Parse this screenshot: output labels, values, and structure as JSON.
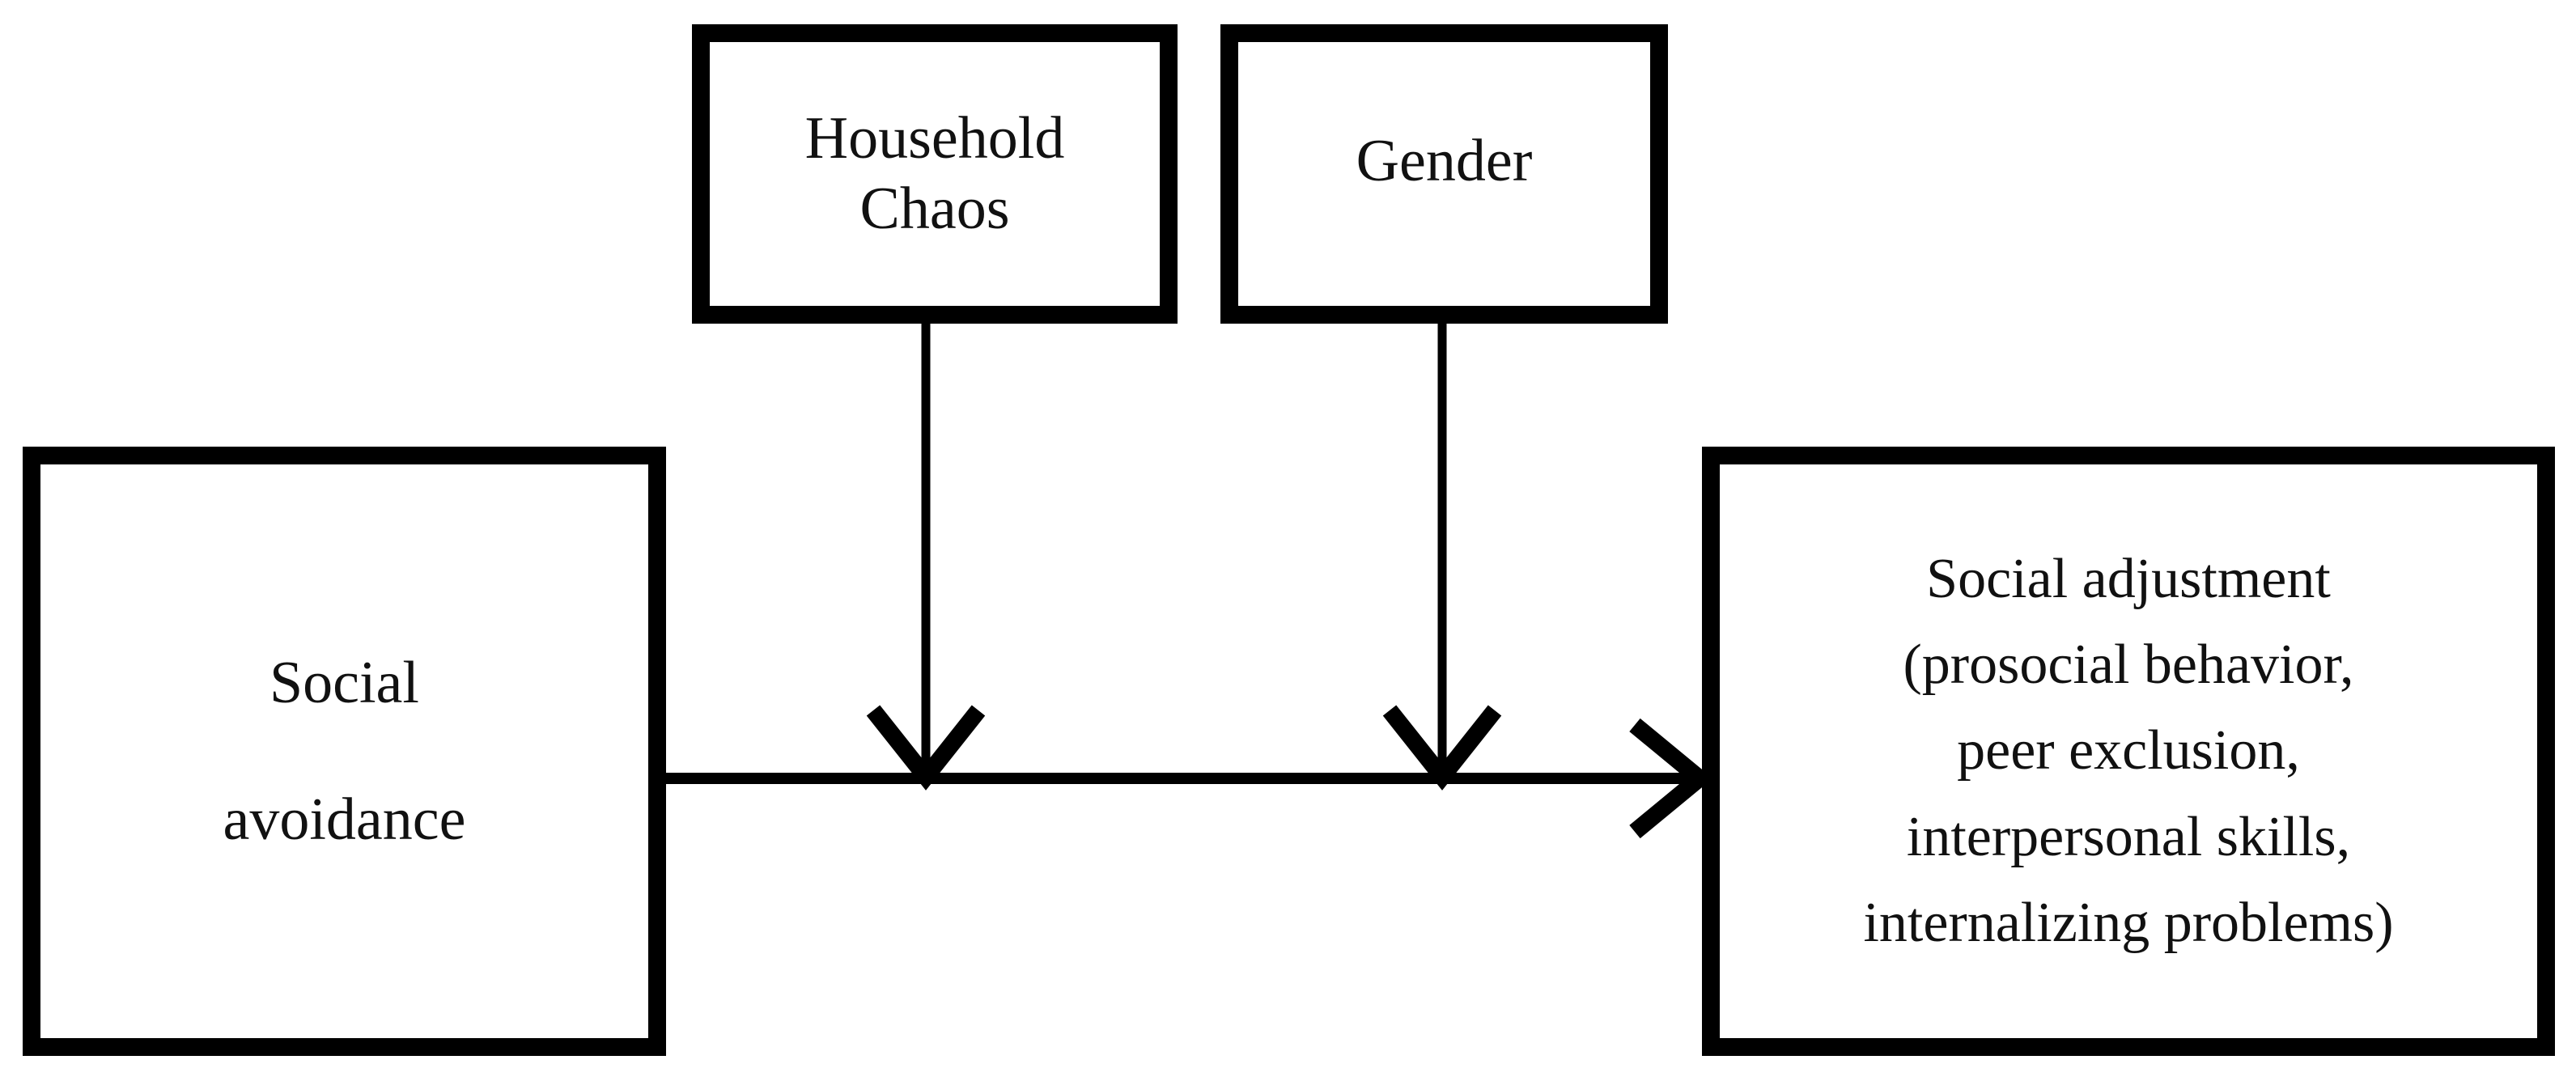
{
  "diagram": {
    "type": "conceptual-model-flow",
    "background_color": "#ffffff",
    "line_color": "#000000",
    "text_color": "#111111",
    "nodes": {
      "household_chaos": {
        "label": "Household\nChaos"
      },
      "gender": {
        "label": "Gender"
      },
      "social_avoidance": {
        "label": "Social\navoidance"
      },
      "social_adjustment": {
        "label": "Social adjustment\n(prosocial behavior,\npeer exclusion,\ninterpersonal skills,\ninternalizing problems)"
      }
    },
    "edges": [
      {
        "name": "social-avoidance-to-social-adjustment",
        "from": "social_avoidance",
        "to": "social_adjustment",
        "orientation": "horizontal",
        "arrowhead": "open-chevron"
      },
      {
        "name": "household-chaos-moderator",
        "from": "household_chaos",
        "to": "social-avoidance-to-social-adjustment",
        "orientation": "vertical",
        "arrowhead": "open-chevron"
      },
      {
        "name": "gender-moderator",
        "from": "gender",
        "to": "social-avoidance-to-social-adjustment",
        "orientation": "vertical",
        "arrowhead": "open-chevron"
      }
    ]
  }
}
